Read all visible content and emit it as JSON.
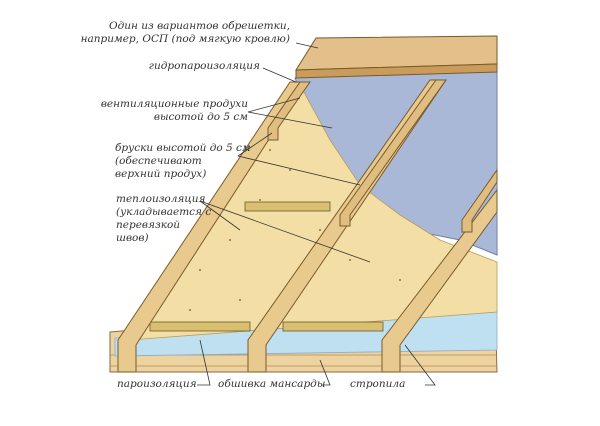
{
  "labels": {
    "sheathing": "Один из вариантов обрешетки,\nнапример, ОСП (под мягкую кровлю)",
    "membrane": "гидропароизоляция",
    "vent_gaps": "вентиляционные продухи\nвысотой до 5 см",
    "battens": "бруски высотой до 5 см\n(обеспечивают\nверхний продух)",
    "insulation": "теплоизоляция\n(укладывается с\nперевязкой\nшвов)",
    "vapor_barrier": "пароизоляция",
    "lining": "обшивка мансарды",
    "rafters": "стропила"
  },
  "colors": {
    "wood": "#e8c98e",
    "wood_dark": "#c99c5c",
    "insulation": "#f3dfa6",
    "membrane": "#aab8d8",
    "vapor": "#bfe0f0",
    "line": "#333333"
  }
}
